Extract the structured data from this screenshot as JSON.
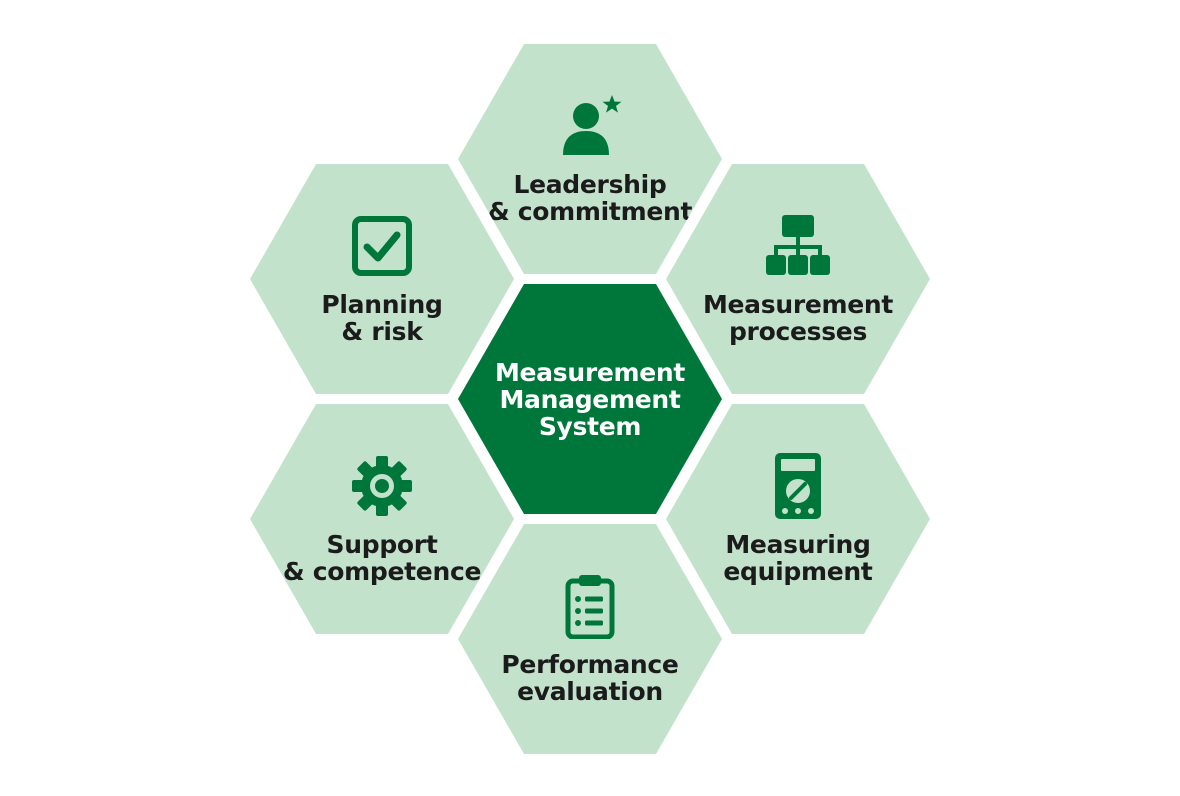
{
  "colors": {
    "outer_fill": "#c3e2cc",
    "center_fill": "#00773a",
    "icon": "#00773a",
    "text_dark": "#1b1b1b",
    "center_text": "#ffffff"
  },
  "center": {
    "lines": [
      "Measurement",
      "Management",
      "System"
    ]
  },
  "hexes": {
    "leadership": {
      "icon": "leader-star-icon",
      "lines": [
        "Leadership",
        "& commitment"
      ]
    },
    "processes": {
      "icon": "org-chart-icon",
      "lines": [
        "Measurement",
        "processes"
      ]
    },
    "equipment": {
      "icon": "multimeter-icon",
      "lines": [
        "Measuring",
        "equipment"
      ]
    },
    "performance": {
      "icon": "clipboard-checklist-icon",
      "lines": [
        "Performance",
        "evaluation"
      ]
    },
    "support": {
      "icon": "gear-icon",
      "lines": [
        "Support",
        "& competence"
      ]
    },
    "planning": {
      "icon": "checkbox-icon",
      "lines": [
        "Planning",
        "& risk"
      ]
    }
  }
}
